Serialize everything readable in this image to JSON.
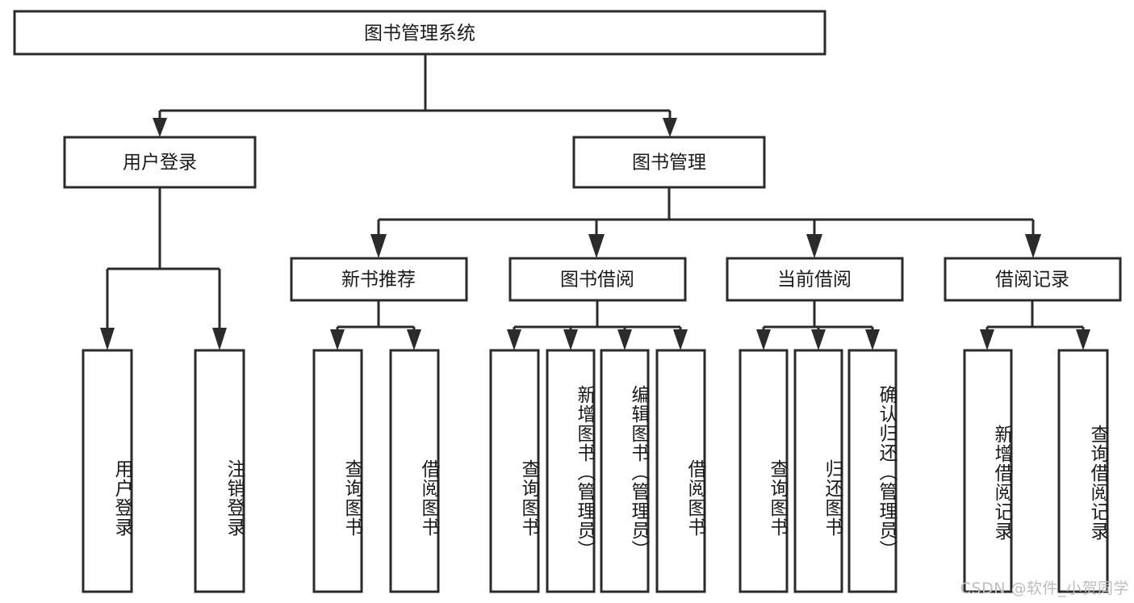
{
  "diagram": {
    "type": "tree-hierarchy",
    "title": "图书管理系统",
    "orientation": "top-down",
    "colors": {
      "box_stroke": "#2b2b2b",
      "box_fill": "#ffffff",
      "text": "#1a1a1a",
      "background": "#ffffff",
      "watermark": "#bdbdbd"
    },
    "root": {
      "label": "图书管理系统"
    },
    "level2": [
      {
        "label": "用户登录"
      },
      {
        "label": "图书管理"
      }
    ],
    "level3": [
      {
        "label": "新书推荐"
      },
      {
        "label": "图书借阅"
      },
      {
        "label": "当前借阅"
      },
      {
        "label": "借阅记录"
      }
    ],
    "leaves": {
      "user_login": [
        {
          "label": "用户登录"
        },
        {
          "label": "注销登录"
        }
      ],
      "new_book_recommend": [
        {
          "label": "查询图书"
        },
        {
          "label": "借阅图书"
        }
      ],
      "book_borrow": [
        {
          "label": "查询图书"
        },
        {
          "label": "新增图书（管理员）"
        },
        {
          "label": "编辑图书（管理员）"
        },
        {
          "label": "借阅图书"
        }
      ],
      "current_borrow": [
        {
          "label": "查询图书"
        },
        {
          "label": "归还图书"
        },
        {
          "label": "确认归还（管理员）"
        }
      ],
      "borrow_record": [
        {
          "label": "新增借阅记录"
        },
        {
          "label": "查询借阅记录"
        }
      ]
    },
    "watermark": "CSDN @软件_小贺同学"
  }
}
